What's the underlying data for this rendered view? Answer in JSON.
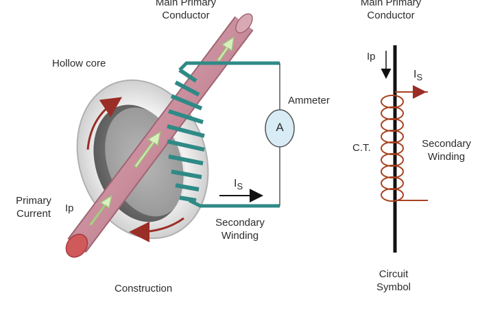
{
  "construction": {
    "main_conductor_line1": "Main Primary",
    "main_conductor_line2": "Conductor",
    "hollow_core": "Hollow core",
    "ammeter": "Ammeter",
    "ammeter_symbol": "A",
    "secondary_current_main": "I",
    "secondary_current_sub": "S",
    "primary_current_line1": "Primary",
    "primary_current_line2": "Current",
    "ip_label": "Ip",
    "secondary_winding_line1": "Secondary",
    "secondary_winding_line2": "Winding",
    "caption": "Construction"
  },
  "symbol": {
    "main_conductor_line1": "Main Primary",
    "main_conductor_line2": "Conductor",
    "ip_label": "Ip",
    "secondary_current_main": "I",
    "secondary_current_sub": "S",
    "ct_label": "C.T.",
    "secondary_winding_line1": "Secondary",
    "secondary_winding_line2": "Winding",
    "caption_line1": "Circuit",
    "caption_line2": "Symbol"
  },
  "colors": {
    "conductor": "#c98d9c",
    "winding": "#2f8a86",
    "coil": "#a8421f",
    "arrow_red": "#9a2d25",
    "arrow_fill": "#dbeec2",
    "core_light": "#e8e8e8",
    "core_dark": "#777777",
    "ammeter_fill": "#d8ecf6"
  }
}
